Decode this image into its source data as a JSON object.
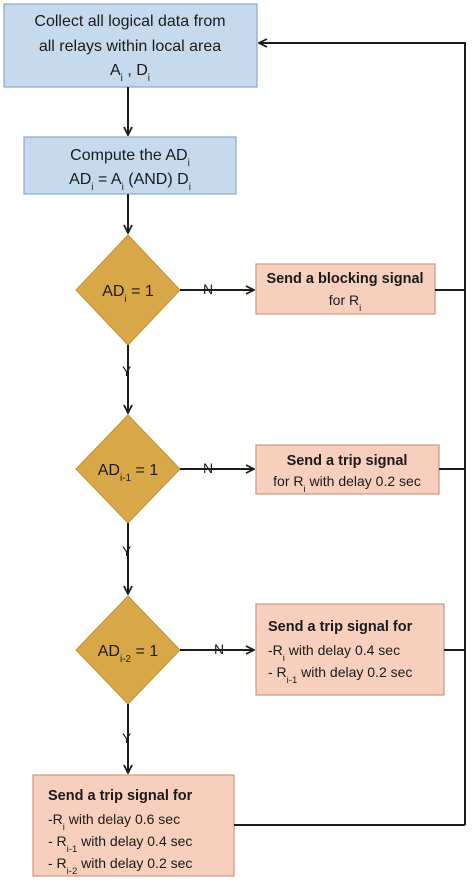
{
  "collect": {
    "line1": "Collect all logical data from",
    "line2": "all relays  within local area",
    "a": "A",
    "a_sub": "i",
    "sep": " , ",
    "d": "D",
    "d_sub": "i"
  },
  "compute": {
    "line1": "Compute the AD",
    "line1_sub": "i",
    "eq_lhs": "AD",
    "eq_lhs_sub": "i",
    "eq_mid": " = A",
    "eq_mid_sub": "i",
    "eq_rest": "  (AND)  D",
    "eq_rest_sub": "i"
  },
  "decisions": [
    {
      "base": "AD",
      "sub": "i",
      "rest": " = 1"
    },
    {
      "base": "AD",
      "sub": "i-1",
      "rest": " = 1"
    },
    {
      "base": "AD",
      "sub": "i-2",
      "rest": " = 1"
    }
  ],
  "branch_labels": {
    "no": "N",
    "yes": "Y"
  },
  "block_box": {
    "title": "Send a blocking signal",
    "line2": "for R",
    "line2_sub": "i"
  },
  "trip1_box": {
    "title": "Send a trip signal",
    "l1": "for R",
    "l1_sub": "i",
    "l1_rest": " with delay 0.2 sec"
  },
  "trip2_box": {
    "title": "Send a trip signal for",
    "l1": "-R",
    "l1_sub": "i",
    "l1_rest": " with delay 0.4 sec",
    "l2": " - R",
    "l2_sub": "i-1",
    "l2_rest": " with delay 0.2 sec"
  },
  "trip3_box": {
    "title": "Send a trip signal for",
    "l1": "-R",
    "l1_sub": "i",
    "l1_rest": " with delay 0.6 sec",
    "l2": "- R",
    "l2_sub": "i-1",
    "l2_rest": " with delay 0.4 sec",
    "l3": "- R",
    "l3_sub": "i-2",
    "l3_rest": " with delay 0.2 sec"
  }
}
